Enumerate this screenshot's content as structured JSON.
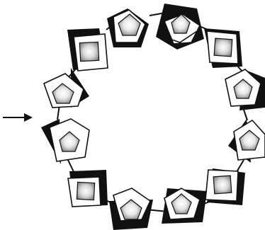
{
  "figure": {
    "kind": "cyclic-polyhedra-ring",
    "colors": {
      "ink": "#111111",
      "paper": "#ffffff",
      "shade_dark": "#7a7a7a",
      "shade_mid": "#b5b5b5",
      "shade_light": "#f2f2f2"
    },
    "pentagon_units": [
      {
        "name": "pentagon-unit-top-left",
        "marker": "dark-left"
      },
      {
        "name": "pentagon-unit-top-right",
        "marker": "dark-top"
      },
      {
        "name": "pentagon-unit-right-upper",
        "marker": "dark-right"
      },
      {
        "name": "pentagon-unit-right-lower",
        "marker": "dark-right"
      },
      {
        "name": "pentagon-unit-bottom-right",
        "marker": "dark-top"
      },
      {
        "name": "pentagon-unit-bottom-left",
        "marker": "dark-bottom"
      },
      {
        "name": "pentagon-unit-left-lower",
        "marker": "dark-left"
      },
      {
        "name": "pentagon-unit-left-upper",
        "marker": "dark-right"
      }
    ],
    "square_units": [
      {
        "name": "square-unit-upper-left"
      },
      {
        "name": "square-unit-upper-right"
      },
      {
        "name": "square-unit-lower-right"
      },
      {
        "name": "square-unit-lower-left"
      }
    ],
    "arrow": {
      "name": "pointer-arrow",
      "direction": "right"
    }
  }
}
